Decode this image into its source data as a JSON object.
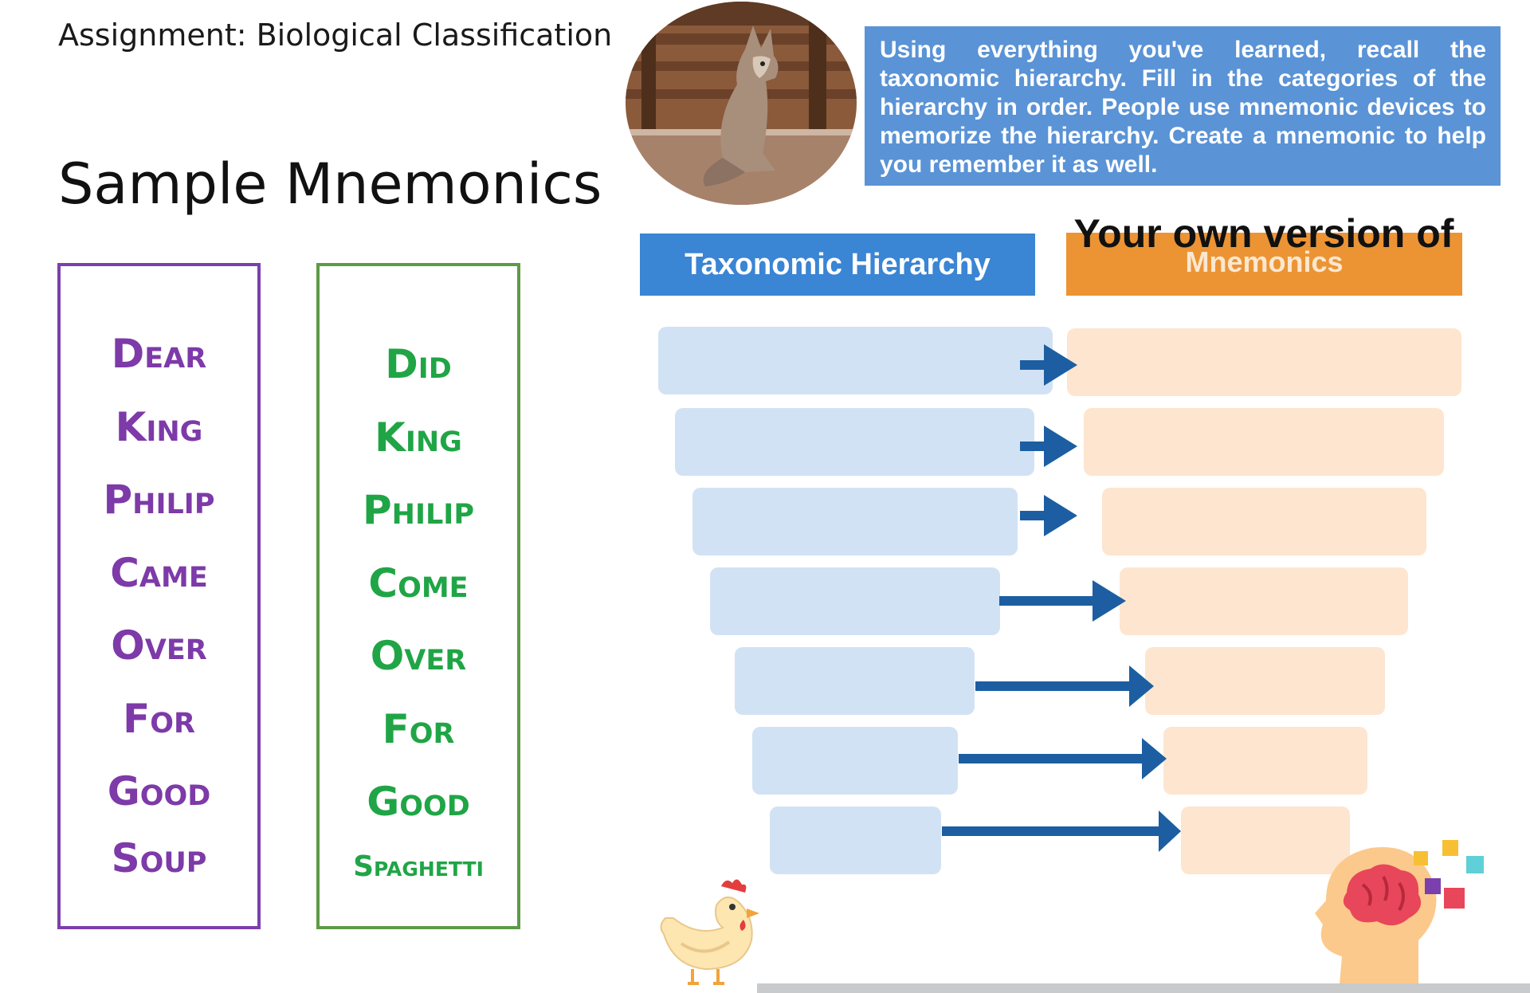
{
  "header": {
    "assignment_title": "Assignment: Biological Classification",
    "section_title": "Sample Mnemonics"
  },
  "mnemonic_a": {
    "color": "#7d3aa8",
    "words": [
      "Dear",
      "King",
      "Philip",
      "Came",
      "Over",
      "For",
      "Good",
      "Soup"
    ]
  },
  "mnemonic_b": {
    "color": "#20a546",
    "words": [
      "Did",
      "King",
      "Philip",
      "Come",
      "Over",
      "For",
      "Good",
      "Spaghetti"
    ]
  },
  "instructions": {
    "text": "Using everything you've learned, recall the taxonomic hierarchy. Fill in the categories of the hierarchy in order. People use mnemonic devices to memorize the hierarchy. Create a mnemonic to help you remember it as well."
  },
  "worksheet": {
    "hierarchy_header": "Taxonomic Hierarchy",
    "mnemonic_header_main": "Your own version of",
    "mnemonic_header_sub": "Mnemonics",
    "row_count": 7
  },
  "colors": {
    "hierarchy_header": "#3a85d4",
    "mnemonic_header": "#ec9434",
    "hierarchy_field": "#d2e2f5",
    "mnemonic_field": "#fde5cf",
    "arrow": "#1c5ea1",
    "instruction_bg": "#5a93d6"
  },
  "icons": {
    "photo": "fox-photo",
    "bottom_left": "chicken-icon",
    "bottom_right": "brain-head-icon"
  }
}
